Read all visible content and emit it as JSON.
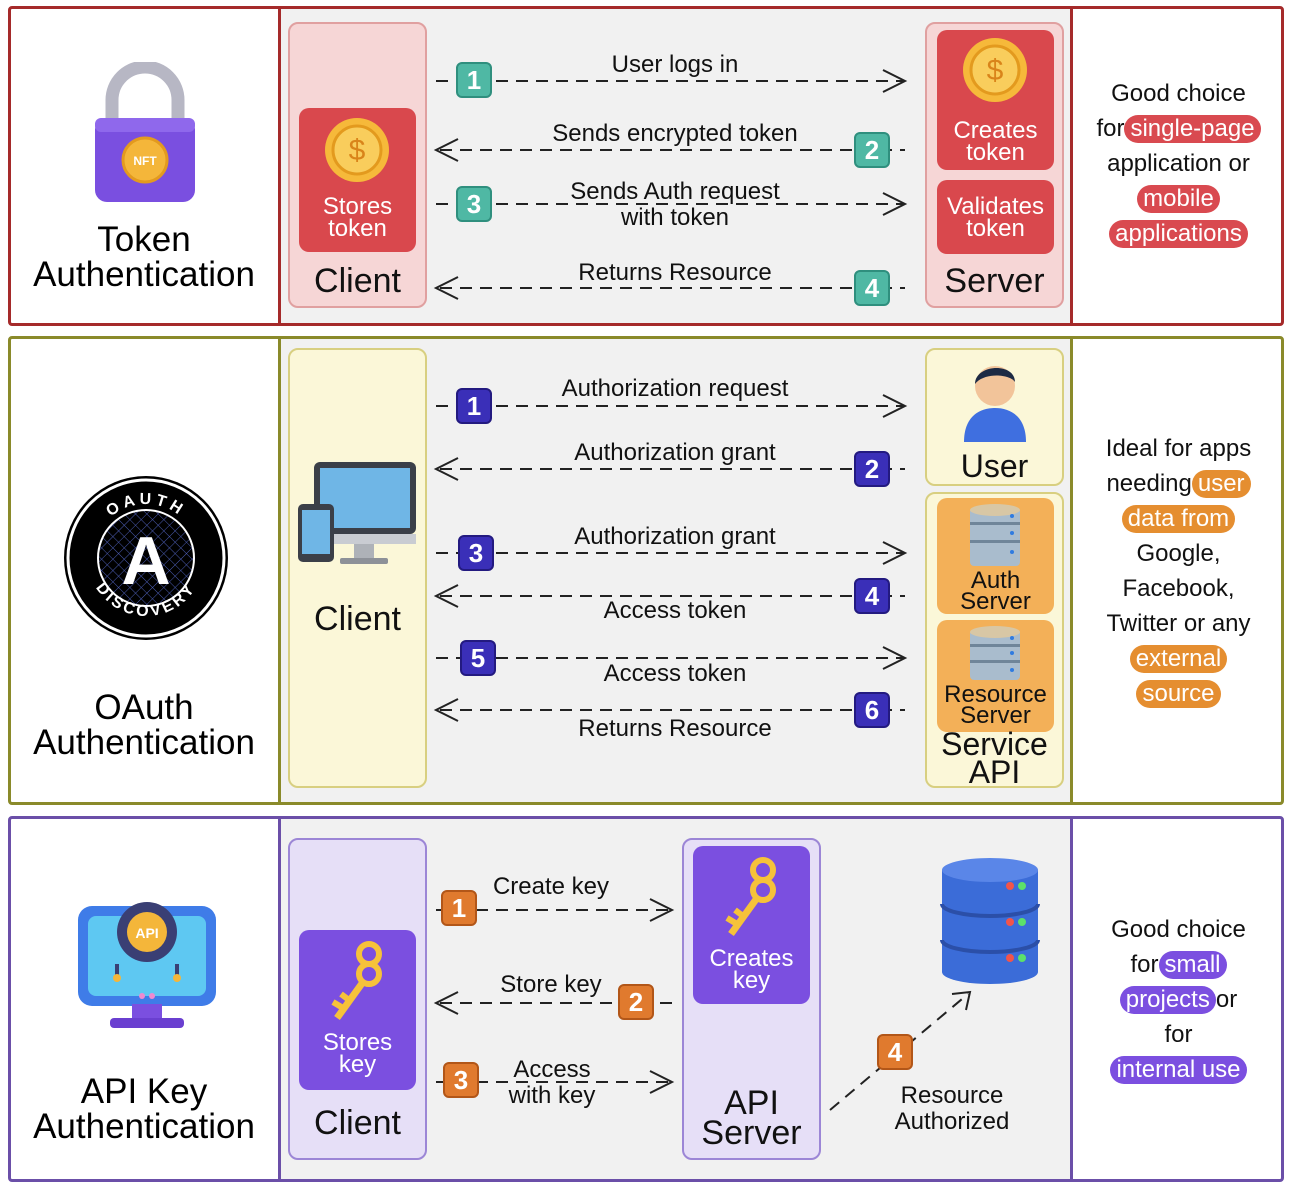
{
  "colors": {
    "token": "#a52a2a",
    "oauth": "#8a8a2a",
    "apikey": "#6b4fa8",
    "step_token": "#4fb8a4",
    "step_oauth": "#3a2fb8",
    "step_api": "#e07a2e",
    "pill_token": "#d94a50",
    "pill_oauth": "#e58e30",
    "pill_api": "#7b4fe0"
  },
  "token": {
    "title": [
      "Token",
      "Authentication"
    ],
    "icon_badge": "NFT",
    "client_box": [
      "Stores",
      "token"
    ],
    "client_label": "Client",
    "server_box1": [
      "Creates",
      "token"
    ],
    "server_box2": [
      "Validates",
      "token"
    ],
    "server_label": "Server",
    "steps": [
      {
        "num": "1",
        "label": [
          "User logs in"
        ]
      },
      {
        "num": "2",
        "label": [
          "Sends encrypted token"
        ]
      },
      {
        "num": "3",
        "label": [
          "Sends Auth request",
          "with token"
        ]
      },
      {
        "num": "4",
        "label": [
          "Returns Resource"
        ]
      }
    ],
    "note": {
      "line1": "Good choice",
      "line2_pre": "for",
      "pill1": "single-page",
      "line3": "application or",
      "pill2": "mobile",
      "pill3": "applications"
    }
  },
  "oauth": {
    "title": [
      "OAuth",
      "Authentication"
    ],
    "logo_top": "OAUTH",
    "logo_bottom": "DISCOVERY",
    "logo_letter": "A",
    "client_label": "Client",
    "user_label": "User",
    "auth_server": [
      "Auth",
      "Server"
    ],
    "resource_server": [
      "Resource",
      "Server"
    ],
    "service_api": [
      "Service",
      "API"
    ],
    "steps": [
      {
        "num": "1",
        "label": "Authorization request"
      },
      {
        "num": "2",
        "label": "Authorization grant"
      },
      {
        "num": "3",
        "label": "Authorization grant"
      },
      {
        "num": "4",
        "label": "Access token"
      },
      {
        "num": "5",
        "label": "Access token"
      },
      {
        "num": "6",
        "label": "Returns Resource"
      }
    ],
    "note": {
      "line1": "Ideal for apps",
      "line2_pre": "needing",
      "pill1": "user",
      "pill2": "data from",
      "line4": "Google,",
      "line5": "Facebook,",
      "line6": "Twitter or any",
      "pill3": "external",
      "pill4": "source"
    }
  },
  "apikey": {
    "title": [
      "API Key",
      "Authentication"
    ],
    "icon_badge": "API",
    "client_box": [
      "Stores",
      "key"
    ],
    "client_label": "Client",
    "server_box": [
      "Creates",
      "key"
    ],
    "server_label": [
      "API",
      "Server"
    ],
    "steps": [
      {
        "num": "1",
        "label": [
          "Create key"
        ]
      },
      {
        "num": "2",
        "label": [
          "Store key"
        ]
      },
      {
        "num": "3",
        "label": [
          "Access",
          "with key"
        ]
      },
      {
        "num": "4",
        "label": [
          "Resource",
          "Authorized"
        ]
      }
    ],
    "note": {
      "line1": "Good choice",
      "line2_pre": "for",
      "pill1": "small",
      "pill2": "projects",
      "line3_post": "or",
      "line4": "for",
      "pill3": "internal use"
    }
  }
}
